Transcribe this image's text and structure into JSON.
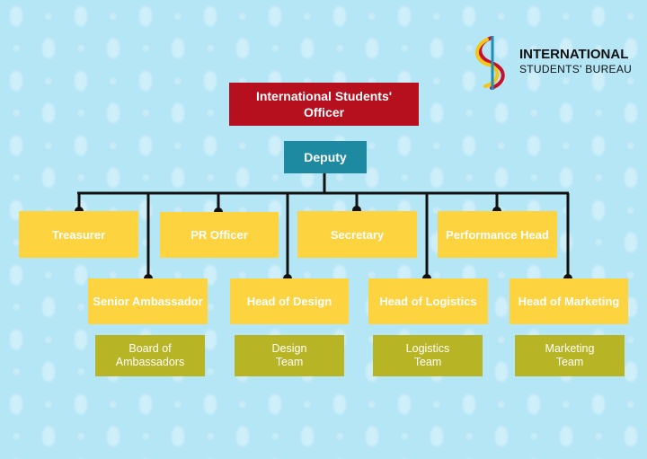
{
  "logo": {
    "line1": "INTERNATIONAL",
    "line2": "STUDENTS' BUREAU",
    "colors": {
      "red": "#c8102e",
      "yellow": "#f5c518",
      "blue": "#1f8fb5"
    }
  },
  "nodes": {
    "officer": "International  Students'\nOfficer",
    "deputy": "Deputy",
    "treasurer": "Treasurer",
    "pr_officer": "PR Officer",
    "secretary": "Secretary",
    "performance_head": "Performance Head",
    "senior_ambassador": "Senior Ambassador",
    "head_design": "Head of Design",
    "head_logistics": "Head of Logistics",
    "head_marketing": "Head of Marketing",
    "board_ambassadors": "Board of\nAmbassadors",
    "design_team": "Design\nTeam",
    "logistics_team": "Logistics\nTeam",
    "marketing_team": "Marketing\nTeam"
  },
  "colors": {
    "background": "#b4e6f6",
    "officer": "#b60f1d",
    "deputy": "#1e8aa1",
    "role": "#fdd440",
    "team": "#b7b425",
    "connector": "#111111"
  }
}
